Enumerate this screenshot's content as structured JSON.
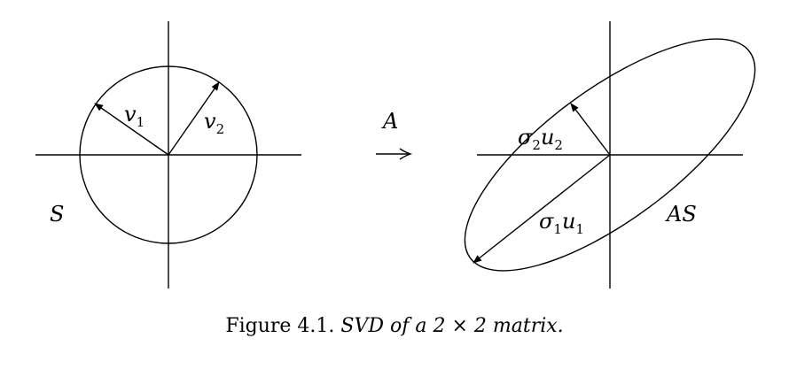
{
  "left_panel": {
    "set_label": "S",
    "vectors": [
      {
        "letter": "v",
        "index": "1"
      },
      {
        "letter": "v",
        "index": "2"
      }
    ]
  },
  "transform": {
    "label": "A",
    "arrow": "⟶"
  },
  "right_panel": {
    "set_label": "AS",
    "vectors": [
      {
        "sigma": "σ",
        "sigma_index": "2",
        "letter": "u",
        "index": "2"
      },
      {
        "sigma": "σ",
        "sigma_index": "1",
        "letter": "u",
        "index": "1"
      }
    ]
  },
  "caption": {
    "prefix": "Figure 4.1.",
    "title": "SVD of a 2 × 2 matrix."
  }
}
